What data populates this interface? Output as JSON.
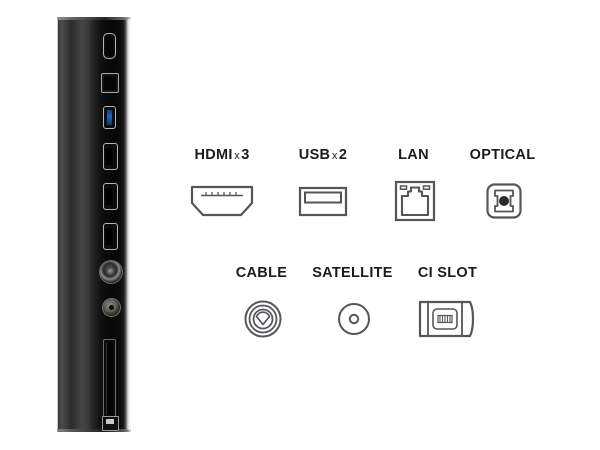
{
  "background_color": "#ffffff",
  "product_photo": {
    "name": "tv-side-panel-photo",
    "description": "Black TV side panel with connectors",
    "ports_visible": [
      "usb-c-port",
      "optical-port",
      "usb3-port",
      "hdmi-port-1",
      "hdmi-port-2",
      "hdmi-port-3",
      "cable-coax-port",
      "satellite-coax-port",
      "ci-card-slot",
      "lan-port"
    ]
  },
  "legend": {
    "rows": [
      {
        "items": [
          {
            "key": "hdmi",
            "label_main": "HDMI",
            "multiplier": "x",
            "count": "3",
            "icon": "hdmi-icon"
          },
          {
            "key": "usb",
            "label_main": "USB",
            "multiplier": "x",
            "count": "2",
            "icon": "usb-icon"
          },
          {
            "key": "lan",
            "label_main": "LAN",
            "multiplier": "",
            "count": "",
            "icon": "lan-rj45-icon"
          },
          {
            "key": "optical",
            "label_main": "OPTICAL",
            "multiplier": "",
            "count": "",
            "icon": "optical-toslink-icon"
          }
        ]
      },
      {
        "items": [
          {
            "key": "cable",
            "label_main": "CABLE",
            "multiplier": "",
            "count": "",
            "icon": "coaxial-cable-icon"
          },
          {
            "key": "satellite",
            "label_main": "SATELLITE",
            "multiplier": "",
            "count": "",
            "icon": "satellite-lnb-icon"
          },
          {
            "key": "cislot",
            "label_main": "CI SLOT",
            "multiplier": "",
            "count": "",
            "icon": "ci-card-slot-icon"
          }
        ]
      }
    ]
  },
  "colors": {
    "text": "#1b1b1b",
    "icon_stroke": "#55565a",
    "panel_black": "#0b0b0b",
    "usb3_blue": "#1d63b5"
  }
}
